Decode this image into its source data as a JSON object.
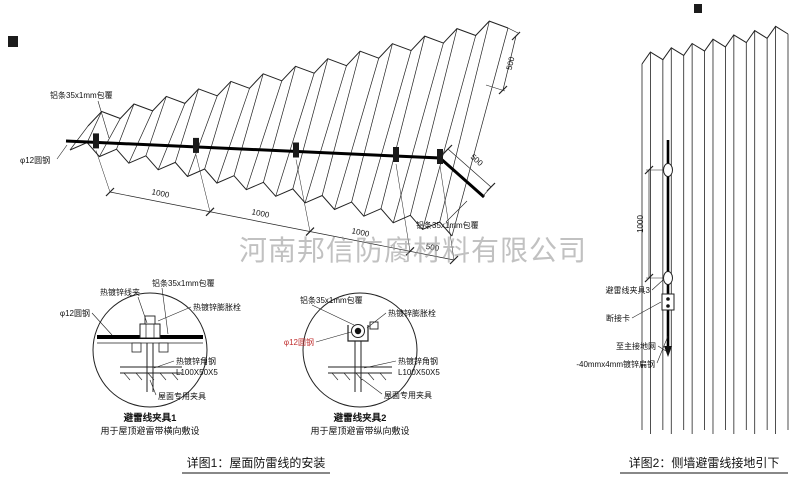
{
  "watermark": "河南邦信防腐材料有限公司",
  "roof": {
    "label_alum_top": "铝条35x1mm包覆",
    "label_alum_bottom": "铝条35x1mm包覆",
    "label_round_steel": "φ12圆钢",
    "dims_bottom": [
      "1000",
      "1000",
      "1000",
      "500"
    ],
    "dim_side": "500",
    "dim_bend": "500"
  },
  "detail1": {
    "title": "避雷线夹具1",
    "subtitle": "用于屋顶避雷带横向敷设",
    "labels": {
      "wire_clip": "热镀锌线夹",
      "alum": "铝条35x1mm包覆",
      "expansion_bolt": "热镀锌膨胀栓",
      "round_steel": "φ12圆钢",
      "angle_steel_line1": "热镀锌角钢",
      "angle_steel_line2": "L100X50X5",
      "roof_fixture": "屋面专用夹具"
    }
  },
  "detail2": {
    "title": "避雷线夹具2",
    "subtitle": "用于屋顶避雷带纵向敷设",
    "labels": {
      "alum": "铝条35x1mm包覆",
      "expansion_bolt": "热镀锌膨胀栓",
      "round_steel": "φ12圆钢",
      "angle_steel_line1": "热镀锌角钢",
      "angle_steel_line2": "L100X50X5",
      "roof_fixture": "屋面专用夹具"
    }
  },
  "wall": {
    "dim_vertical": "1000",
    "label_clamp3": "避雷线夹具3",
    "label_disconnect": "断接卡",
    "label_to_ground": "至主接地网",
    "label_flat_steel": "-40mmx4mm镀锌扁钢"
  },
  "captions": {
    "detail1": "详图1：屋面防雷线的安装",
    "detail2": "详图2：侧墙避雷线接地引下"
  }
}
